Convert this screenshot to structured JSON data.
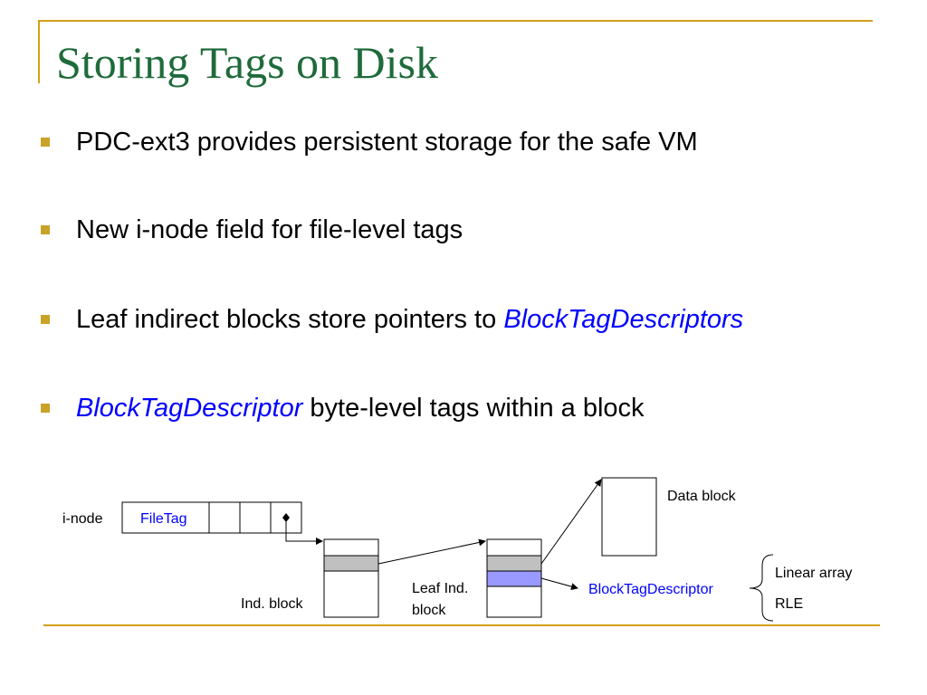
{
  "slide": {
    "title": "Storing Tags on Disk",
    "accent_color": "#d4a017",
    "title_color": "#1f6b3b",
    "highlight_color": "#0000ff"
  },
  "bullets": [
    {
      "text": "PDC-ext3 provides persistent storage for the safe VM"
    },
    {
      "text": "New i-node field for file-level tags"
    },
    {
      "text": "Leaf indirect blocks store pointers to ",
      "emphasis": "BlockTagDescriptors"
    },
    {
      "emphasis": "BlockTagDescriptor",
      "text": " byte-level tags within a block"
    }
  ],
  "diagram": {
    "inode_label": "i-node",
    "filetag_label": "FileTag",
    "ind_block_label": "Ind. block",
    "leaf_ind_block_label_line1": "Leaf Ind.",
    "leaf_ind_block_label_line2": "block",
    "data_block_label": "Data block",
    "descriptor_label": "BlockTagDescriptor",
    "format_options": [
      "Linear array",
      "RLE"
    ],
    "colors": {
      "gray_slot": "#c0c0c0",
      "descriptor_slot": "#9999ff"
    }
  }
}
